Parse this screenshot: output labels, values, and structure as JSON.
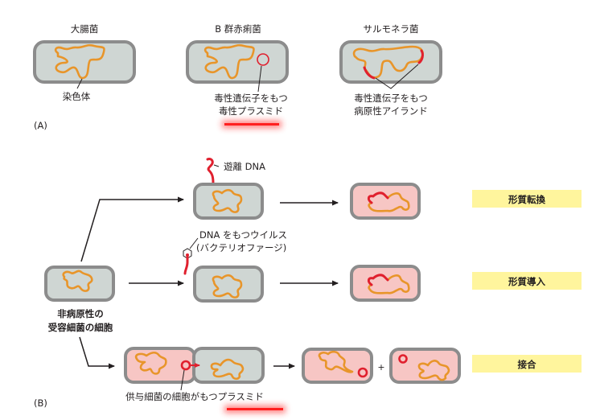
{
  "panel_a": {
    "label": "(A)",
    "bacteria": [
      {
        "name": "大腸菌",
        "annotation": [
          "染色体"
        ]
      },
      {
        "name": "B 群赤痢菌",
        "annotation": [
          "毒性遺伝子をもつ",
          "毒性プラスミド"
        ]
      },
      {
        "name": "サルモネラ菌",
        "annotation": [
          "毒性遺伝子をもつ",
          "病原性アイランド"
        ]
      }
    ]
  },
  "panel_b": {
    "label": "(B)",
    "recipient_label": [
      "非病原性の",
      "受容細菌の細胞"
    ],
    "free_dna_label": "遊離 DNA",
    "phage_label": [
      "DNA をもつウイルス",
      "(バクテリオファージ)"
    ],
    "donor_plasmid_label": "供与細菌の細胞がもつプラスミド",
    "plus_sign": "+",
    "mechanisms": [
      {
        "label": "形質転換"
      },
      {
        "label": "形質導入"
      },
      {
        "label": "接合"
      }
    ]
  },
  "colors": {
    "cell_fill_gray": "#cfd6d3",
    "cell_fill_pink": "#f7c6c4",
    "cell_border": "#8c8c8c",
    "chromosome": "#e8952a",
    "virulence_dna": "#e0202e",
    "label_box": "#fff59d",
    "highlight": "#ff2020"
  }
}
